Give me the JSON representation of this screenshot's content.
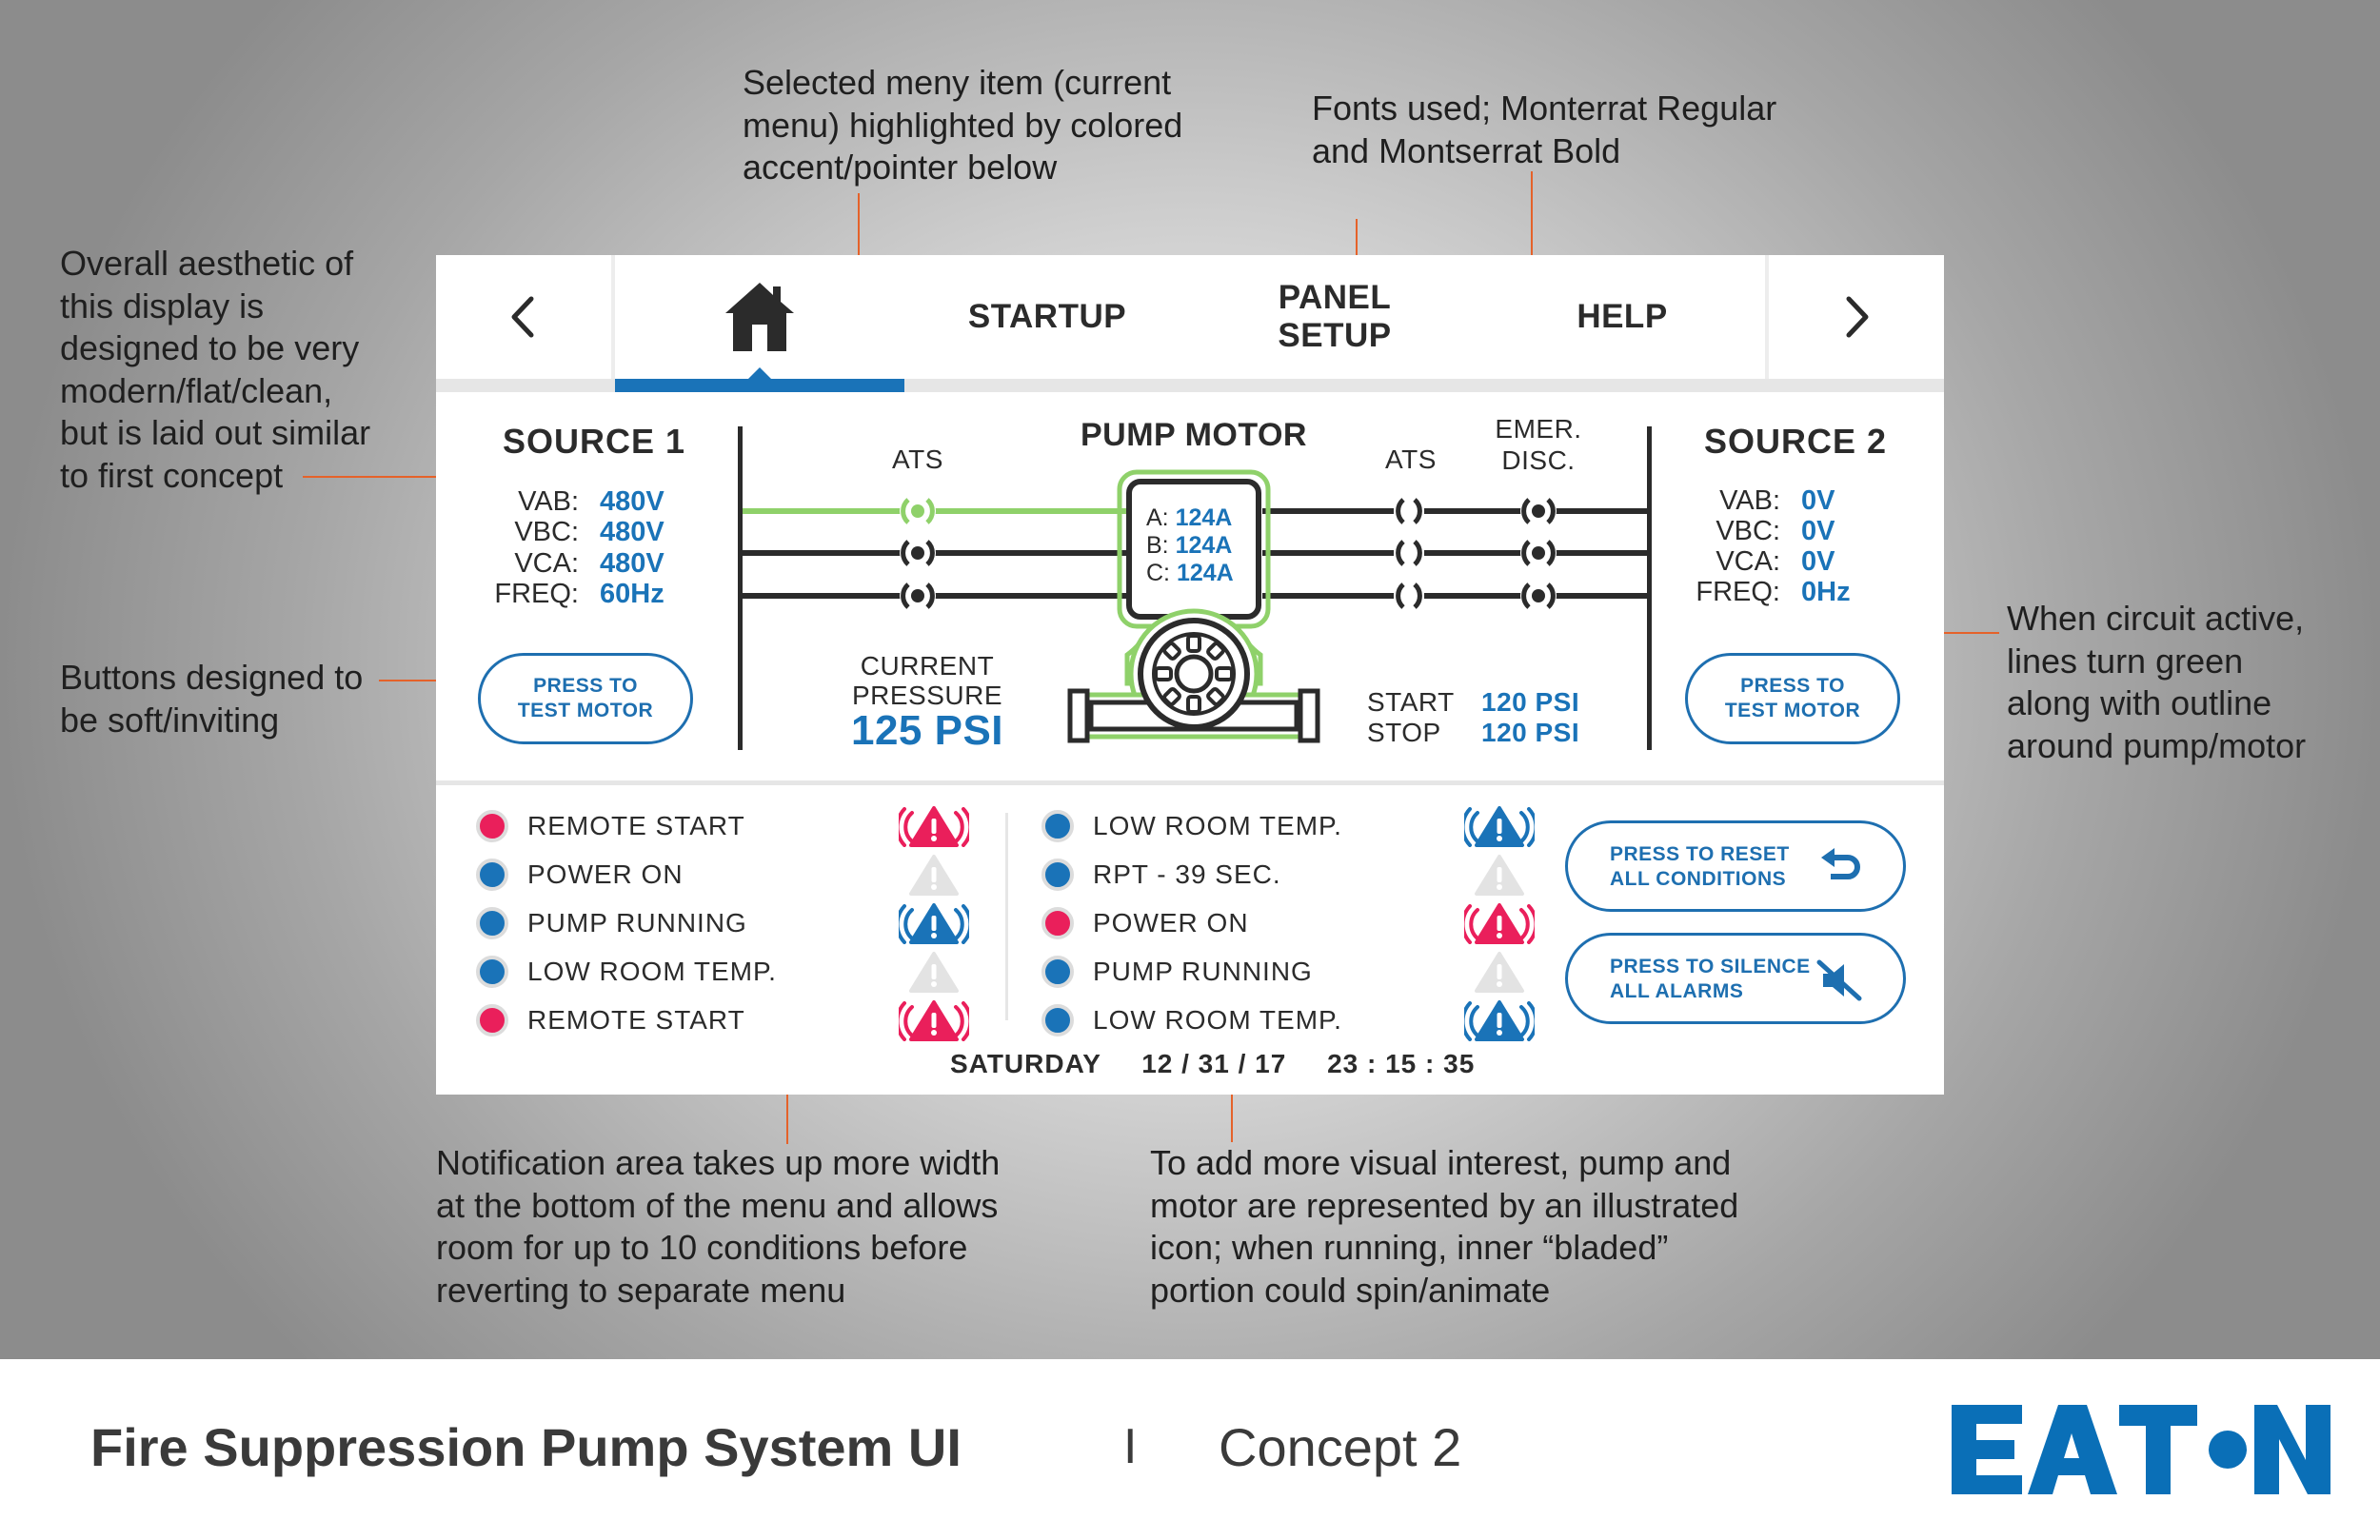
{
  "annotations": {
    "aesthetic": "Overall aesthetic of\nthis display is\ndesigned to be very\nmodern/flat/clean,\nbut is laid out similar\nto first concept",
    "buttons": "Buttons designed to\nbe soft/inviting",
    "selected_menu": "Selected meny item (current\nmenu) highlighted by colored\naccent/pointer below",
    "fonts": "Fonts used;  Monterrat Regular\nand Montserrat Bold",
    "circuit_active": "When circuit active,\nlines turn green\nalong with outline\naround pump/motor",
    "notification_area": "Notification area takes up more width\nat the bottom of the menu and allows\nroom for up to 10 conditions before\nreverting to separate menu",
    "pump_icon": "To add more visual interest, pump and\nmotor are represented by an illustrated\nicon;  when running, inner “bladed”\nportion could spin/animate"
  },
  "nav": {
    "prev_icon": "chevron-left-icon",
    "home_icon": "home-icon",
    "tabs": [
      "STARTUP",
      "PANEL\nSETUP",
      "HELP"
    ],
    "next_icon": "chevron-right-icon",
    "active_tab": "home"
  },
  "source1": {
    "title": "SOURCE 1",
    "rows": [
      {
        "label": "VAB:",
        "value": "480V"
      },
      {
        "label": "VBC:",
        "value": "480V"
      },
      {
        "label": "VCA:",
        "value": "480V"
      },
      {
        "label": "FREQ:",
        "value": "60Hz"
      }
    ],
    "button": "PRESS TO\nTEST MOTOR"
  },
  "source2": {
    "title": "SOURCE 2",
    "rows": [
      {
        "label": "VAB:",
        "value": "0V"
      },
      {
        "label": "VBC:",
        "value": "0V"
      },
      {
        "label": "VCA:",
        "value": "0V"
      },
      {
        "label": "FREQ:",
        "value": "0Hz"
      }
    ],
    "button": "PRESS TO\nTEST MOTOR"
  },
  "diagram": {
    "ats_left": "ATS",
    "pump_title": "PUMP MOTOR",
    "ats_right": "ATS",
    "emer_disc": "EMER.\nDISC.",
    "currents": [
      {
        "label": "A:",
        "value": "124A"
      },
      {
        "label": "B:",
        "value": "124A"
      },
      {
        "label": "C:",
        "value": "124A"
      }
    ],
    "current_pressure_label": "CURRENT\nPRESSURE",
    "current_pressure_value": "125 PSI",
    "start_label": "START",
    "start_value": "120 PSI",
    "stop_label": "STOP",
    "stop_value": "120 PSI"
  },
  "notifications": {
    "left": [
      {
        "text": "REMOTE START",
        "status": "red",
        "alarm": "red"
      },
      {
        "text": "POWER ON",
        "status": "blue",
        "alarm": "gray"
      },
      {
        "text": "PUMP RUNNING",
        "status": "blue",
        "alarm": "blue"
      },
      {
        "text": "LOW ROOM TEMP.",
        "status": "blue",
        "alarm": "gray"
      },
      {
        "text": "REMOTE START",
        "status": "red",
        "alarm": "red"
      }
    ],
    "right": [
      {
        "text": "LOW ROOM TEMP.",
        "status": "blue",
        "alarm": "blue"
      },
      {
        "text": "RPT - 39 SEC.",
        "status": "blue",
        "alarm": "gray"
      },
      {
        "text": "POWER ON",
        "status": "red",
        "alarm": "red"
      },
      {
        "text": "PUMP RUNNING",
        "status": "blue",
        "alarm": "gray"
      },
      {
        "text": "LOW ROOM TEMP.",
        "status": "blue",
        "alarm": "blue"
      }
    ],
    "reset_button": "PRESS TO RESET\nALL CONDITIONS",
    "silence_button": "PRESS TO SILENCE\nALL ALARMS"
  },
  "datetime": {
    "day": "SATURDAY",
    "date": "12 / 31 / 17",
    "time": "23 : 15 : 35"
  },
  "footer": {
    "title": "Fire Suppression Pump System UI",
    "separator": "I",
    "concept": "Concept 2",
    "logo": "EATON"
  },
  "colors": {
    "accent_blue": "#1a73b8",
    "active_green": "#8fd16a",
    "alert_red": "#ea1f5b",
    "leader_orange": "#e5622a",
    "eaton_blue": "#0a6fb7"
  }
}
